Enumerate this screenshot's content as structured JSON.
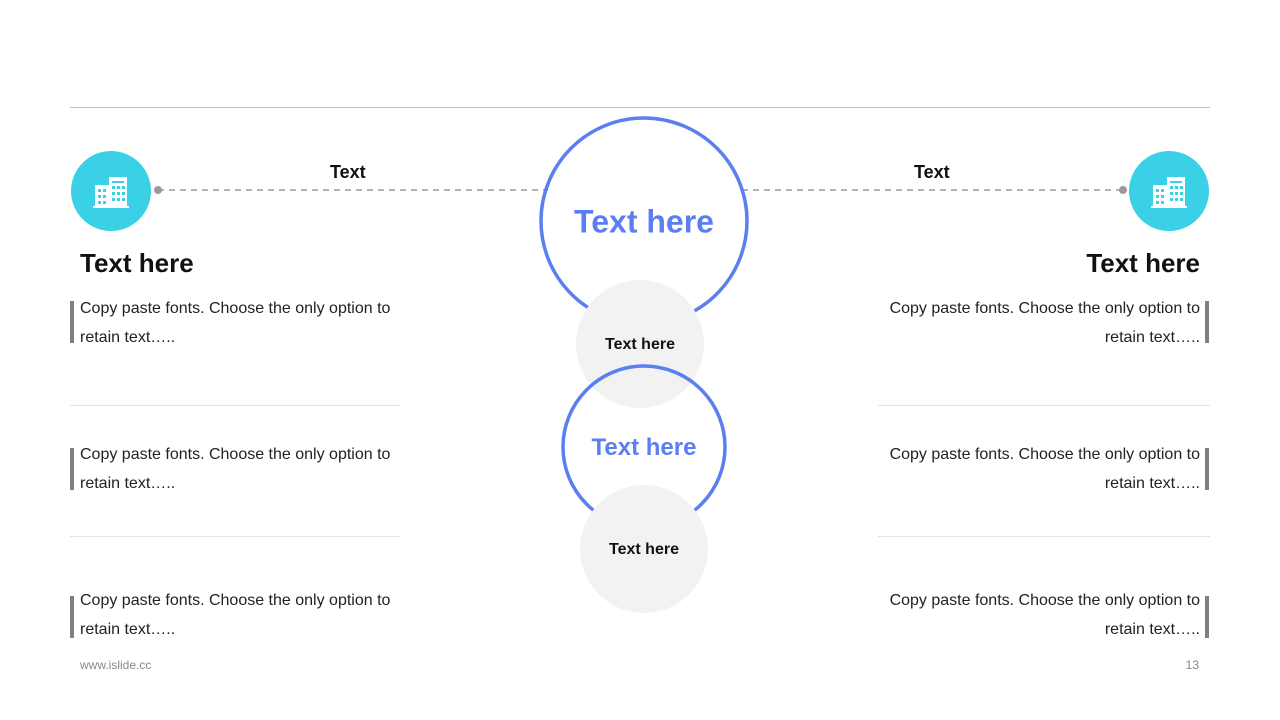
{
  "left": {
    "connector_label": "Text",
    "heading": "Text here",
    "items": [
      "Copy paste fonts. Choose the only option to retain text…..",
      "Copy paste fonts. Choose the only option to retain text…..",
      "Copy paste fonts. Choose the only option to retain text….."
    ],
    "icon": "building-icon"
  },
  "right": {
    "connector_label": "Text",
    "heading": "Text here",
    "items": [
      "Copy paste fonts. Choose the only option to retain text…..",
      "Copy paste fonts. Choose the only option to retain text…..",
      "Copy paste fonts. Choose the only option to retain text….."
    ],
    "icon": "building-icon"
  },
  "center": {
    "top_ring_label": "Text here",
    "top_disc_label": "Text here",
    "bottom_ring_label": "Text here",
    "bottom_disc_label": "Text here"
  },
  "footer": {
    "website": "www.islide.cc",
    "page_number": "13"
  },
  "colors": {
    "accent_blue": "#5b7ff0",
    "icon_cyan": "#3ad1e6",
    "disc_gray": "#f2f2f2",
    "bar_gray": "#808080"
  }
}
